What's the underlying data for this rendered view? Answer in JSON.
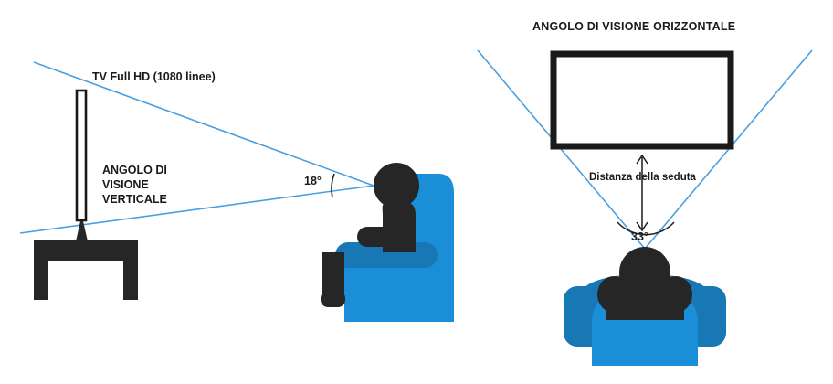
{
  "figure": {
    "background_color": "#ffffff",
    "sightline_color": "#4a9fe0",
    "silhouette_color": "#262626",
    "chair_color": "#1a8fd8",
    "chair_shadow_color": "#1877b5",
    "text_color": "#1a1a1a"
  },
  "panels": {
    "vertical": {
      "name": "vertical-viewing-angle-panel",
      "tv_spec_label": "TV Full HD (1080 linee)",
      "angle_label_lines": "ANGOLO DI\nVISIONE\nVERTICALE",
      "angle_value": "18°"
    },
    "horizontal": {
      "name": "horizontal-viewing-angle-panel",
      "title": "ANGOLO DI VISIONE ORIZZONTALE",
      "seat_distance_label": "Distanza della seduta",
      "angle_value": "33°"
    }
  }
}
